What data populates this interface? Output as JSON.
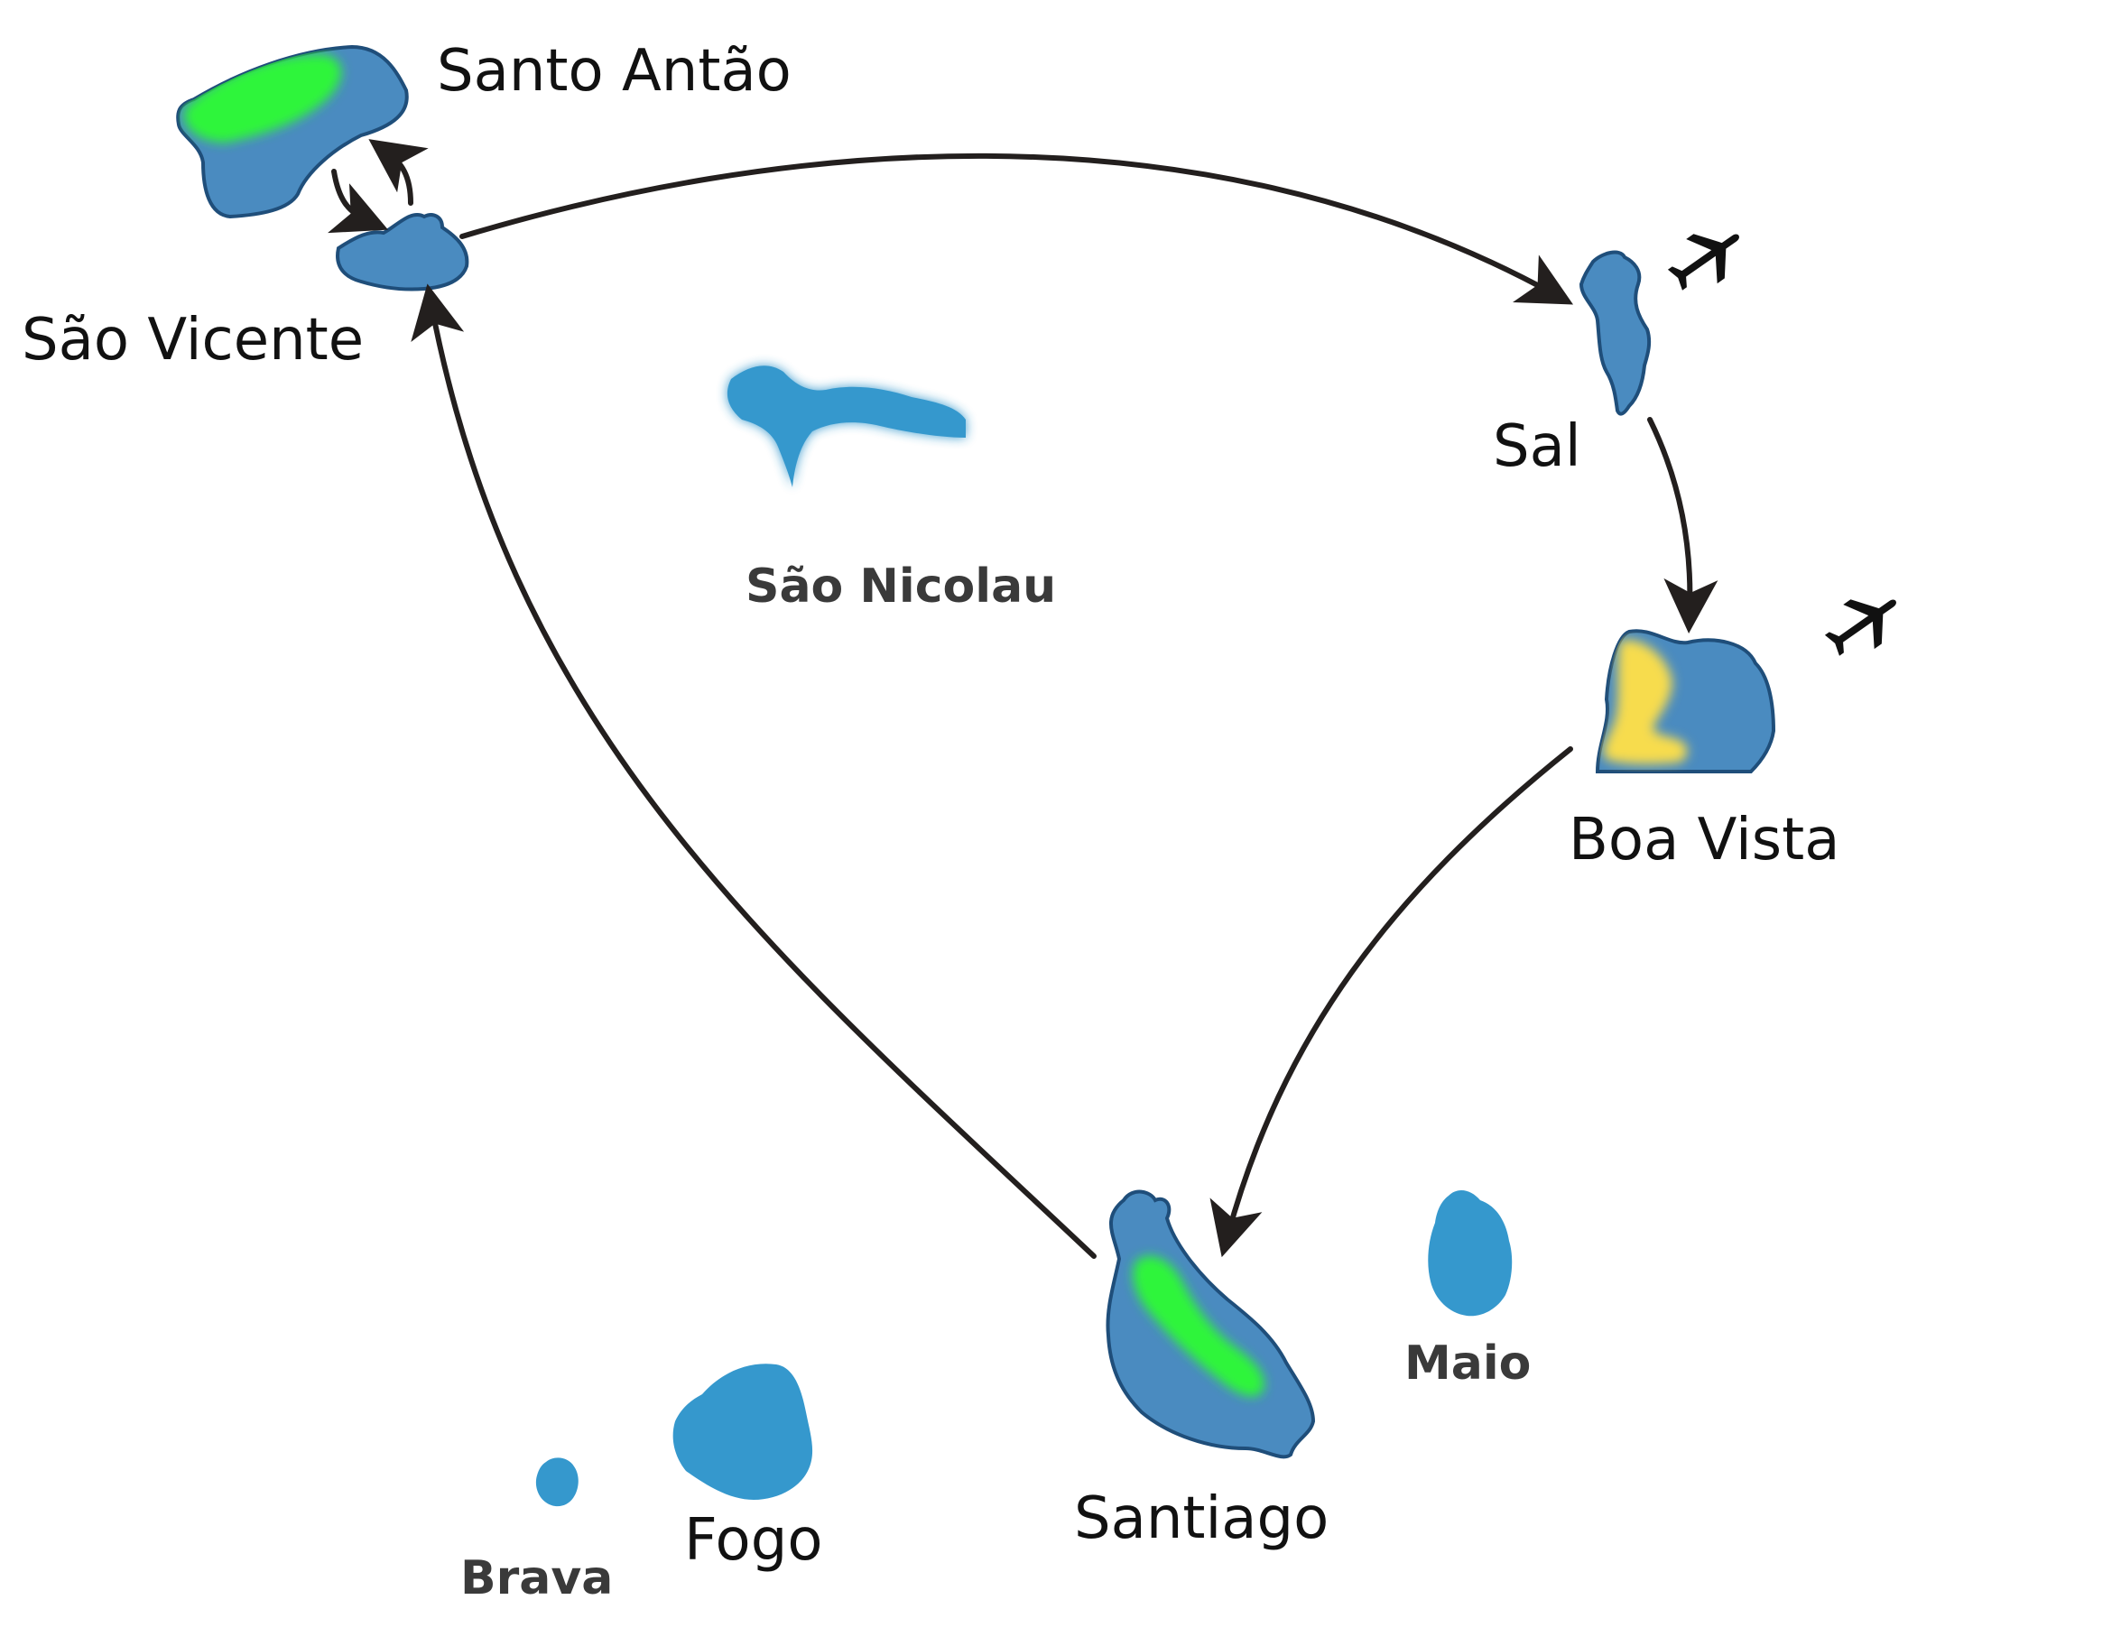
{
  "map": {
    "colors": {
      "island_tour": "#4a8bc0",
      "island_tour_outline": "#1f4e7a",
      "island_other": "#3598cd",
      "highlight_green": "#2df53a",
      "highlight_yellow": "#f7dc4d",
      "route": "#231f1e"
    },
    "islands": [
      {
        "id": "santo-antao",
        "label": "Santo Antão",
        "on_route": true,
        "highlight": "green"
      },
      {
        "id": "sao-vicente",
        "label": "São Vicente",
        "on_route": true
      },
      {
        "id": "sao-nicolau",
        "label": "São Nicolau",
        "on_route": false
      },
      {
        "id": "sal",
        "label": "Sal",
        "on_route": true,
        "airport_icon": "airplane-icon"
      },
      {
        "id": "boa-vista",
        "label": "Boa Vista",
        "on_route": true,
        "highlight": "yellow",
        "airport_icon": "airplane-icon"
      },
      {
        "id": "maio",
        "label": "Maio",
        "on_route": false
      },
      {
        "id": "santiago",
        "label": "Santiago",
        "on_route": true,
        "highlight": "green"
      },
      {
        "id": "fogo",
        "label": "Fogo",
        "on_route": false
      },
      {
        "id": "brava",
        "label": "Brava",
        "on_route": false
      }
    ],
    "route": [
      "Santo Antão",
      "São Vicente",
      "Sal",
      "Boa Vista",
      "Santiago",
      "São Vicente"
    ]
  }
}
